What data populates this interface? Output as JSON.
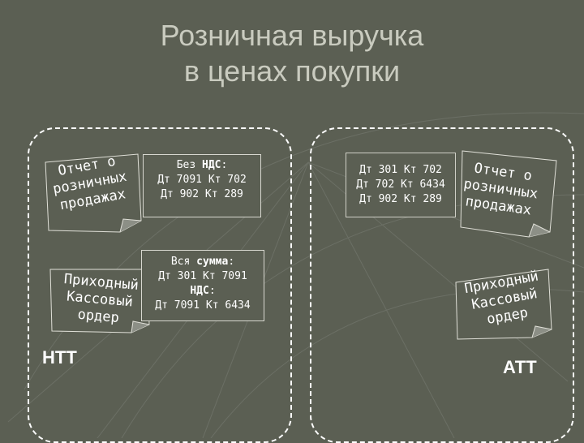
{
  "title": {
    "line1": "Розничная выручка",
    "line2": "в ценах покупки"
  },
  "left_panel": {
    "tag": "НТТ",
    "box_top": {
      "heading_prefix": "Без ",
      "heading_strong": "НДС",
      "heading_suffix": ":",
      "lines": [
        "Дт 7091 Кт 702",
        "Дт 902 Кт 289"
      ]
    },
    "box_bottom": {
      "heading_prefix": "Вся ",
      "heading_strong": "сумма",
      "heading_suffix": ":",
      "line1": "Дт 301 Кт 7091",
      "strong2": "НДС",
      "suffix2": ":",
      "line3": "Дт 7091 Кт 6434"
    },
    "note_report": [
      "Отчет о",
      "розничных",
      "продажах"
    ],
    "note_order": [
      "Приходный",
      "Кассовый",
      "ордер"
    ]
  },
  "right_panel": {
    "tag": "АТТ",
    "box": {
      "lines": [
        "Дт 301 Кт 702",
        "Дт 702 Кт 6434",
        "Дт 902 Кт 289"
      ]
    },
    "note_report": [
      "Отчет о",
      "розничных",
      "продажах"
    ],
    "note_order": [
      "Приходный",
      "Кассовый",
      "ордер"
    ]
  },
  "colors": {
    "background": "#5b5f53",
    "paper": "#5b5f53",
    "text": "#ffffff",
    "title": "#c9cbbf",
    "dashed_border": "#ffffff"
  }
}
